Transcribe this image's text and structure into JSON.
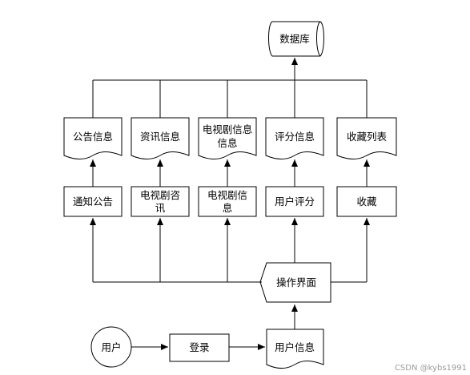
{
  "diagram": {
    "database": "数据库",
    "documents": {
      "announcement": "公告信息",
      "news": "资讯信息",
      "tv_info_line1": "电视剧信息",
      "tv_info_line2": "信息",
      "rating": "评分信息",
      "favorites_list": "收藏列表"
    },
    "processes": {
      "notice": "通知公告",
      "tv_news_line1": "电视剧咨",
      "tv_news_line2": "讯",
      "tv_info_line1": "电视剧信",
      "tv_info_line2": "息",
      "user_rating": "用户评分",
      "favorite": "收藏"
    },
    "interface": "操作界面",
    "user": "用户",
    "login": "登录",
    "user_info": "用户信息",
    "watermark": "CSDN @kybs1991"
  }
}
